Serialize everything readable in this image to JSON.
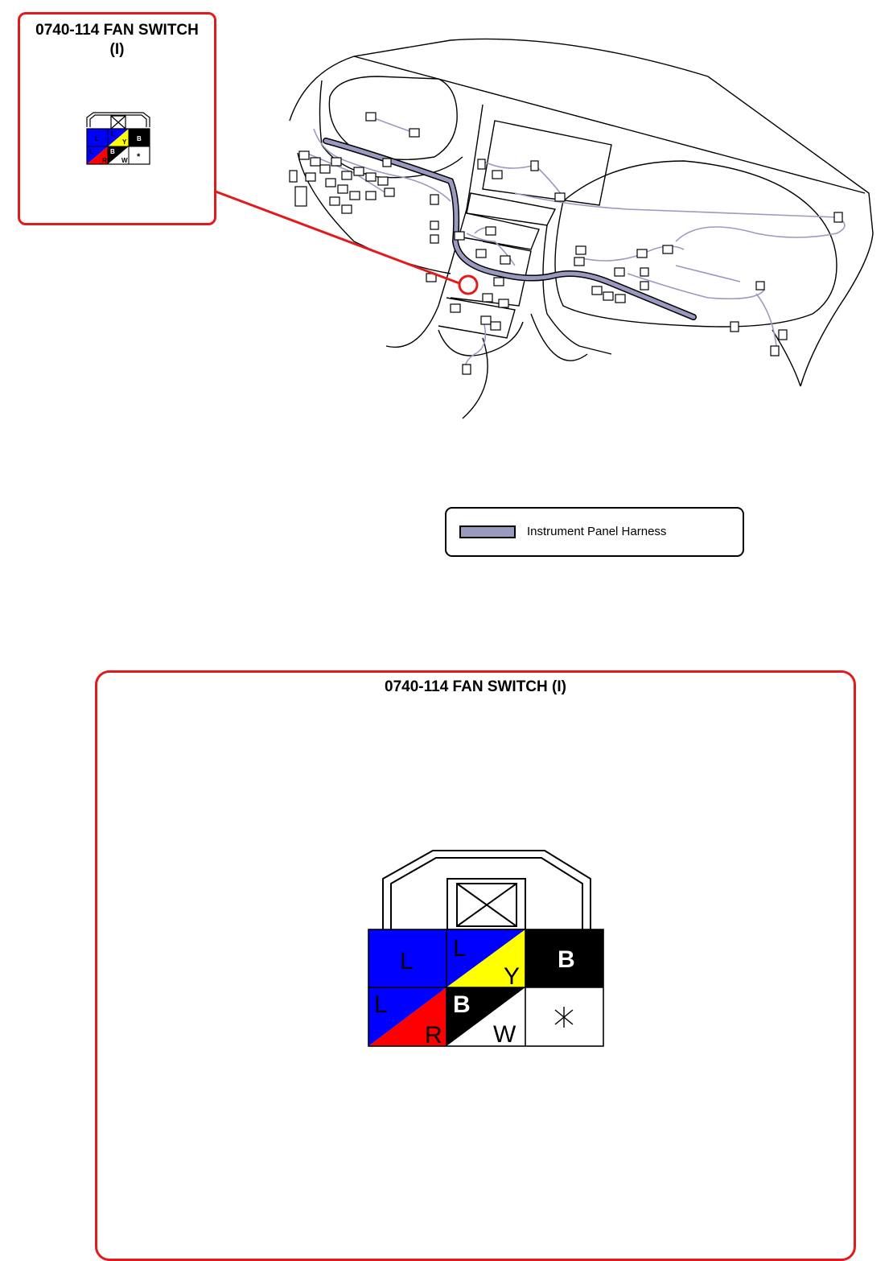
{
  "callout_small": {
    "title_line1": "0740-114 FAN SWITCH",
    "title_line2": "(I)"
  },
  "callout_big": {
    "title": "0740-114 FAN SWITCH (I)"
  },
  "legend": {
    "label": "Instrument Panel Harness",
    "color": "#9a9ac0"
  },
  "colors": {
    "callout": "#e31a1c",
    "harness": "#9a9ac0",
    "L": "#0000ff",
    "Y": "#ffff00",
    "B": "#000000",
    "R": "#ff0000",
    "W": "#ffffff"
  },
  "connector": {
    "pins": [
      {
        "id": "p1",
        "type": "solid",
        "colors": [
          "L"
        ],
        "labels": [
          "L"
        ]
      },
      {
        "id": "p2",
        "type": "diagonal",
        "colors": [
          "L",
          "Y"
        ],
        "labels": [
          "L",
          "Y"
        ]
      },
      {
        "id": "p3",
        "type": "solid",
        "colors": [
          "B"
        ],
        "labels": [
          "B"
        ]
      },
      {
        "id": "p4",
        "type": "diagonal",
        "colors": [
          "L",
          "R"
        ],
        "labels": [
          "L",
          "R"
        ]
      },
      {
        "id": "p5",
        "type": "diagonal",
        "colors": [
          "B",
          "W"
        ],
        "labels": [
          "B",
          "W"
        ]
      },
      {
        "id": "p6",
        "type": "empty",
        "colors": [
          "W"
        ],
        "labels": [
          "*"
        ]
      }
    ]
  }
}
